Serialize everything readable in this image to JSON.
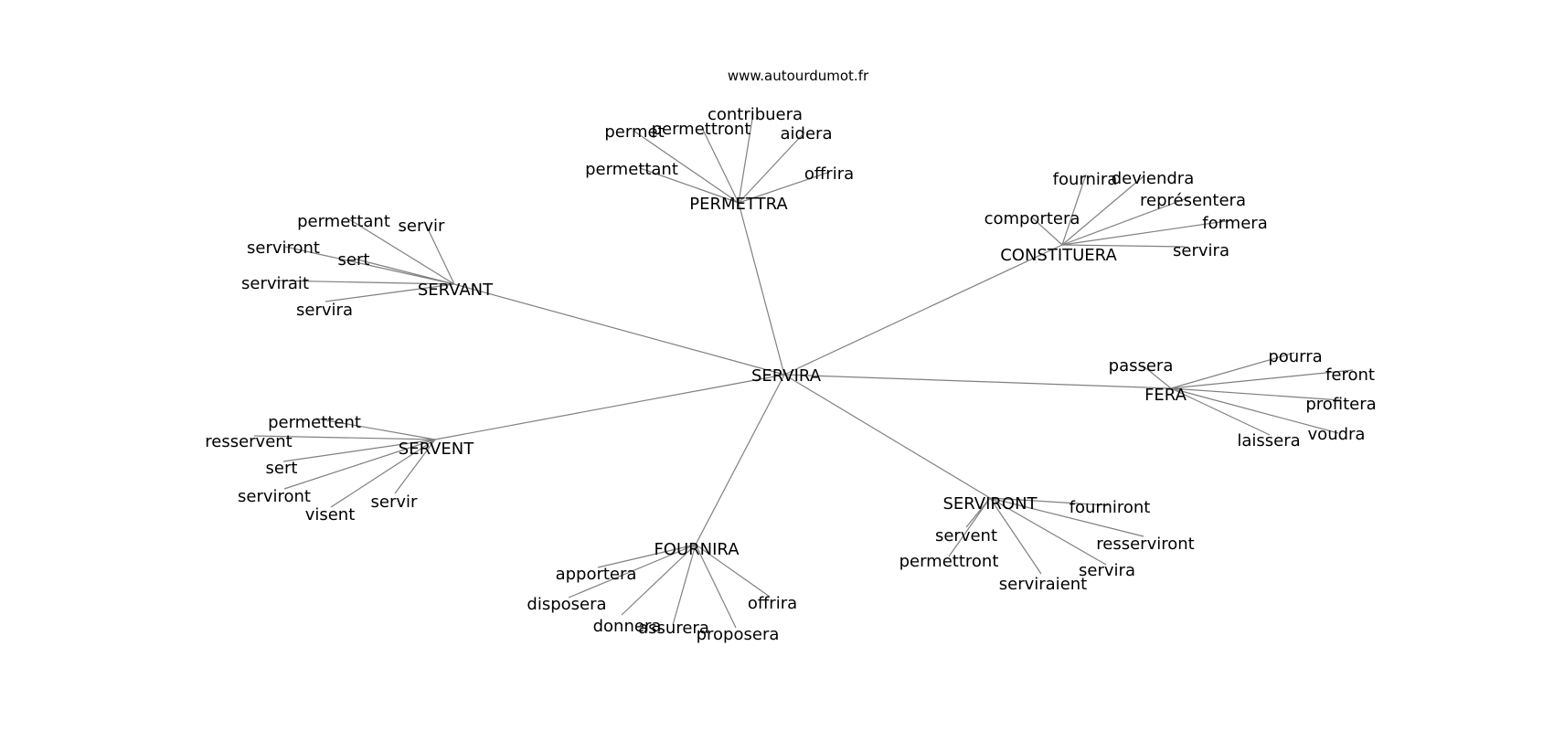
{
  "watermark": "www.autourdumot.fr",
  "center": "SERVIRA",
  "hubs": [
    {
      "id": "permettra",
      "label": "PERMETTRA",
      "words": [
        "permet",
        "permettront",
        "contribuera",
        "aidera",
        "permettant",
        "offrira"
      ]
    },
    {
      "id": "constituera",
      "label": "CONSTITUERA",
      "words": [
        "fournira",
        "deviendra",
        "représentera",
        "comportera",
        "formera",
        "servira"
      ]
    },
    {
      "id": "servant",
      "label": "SERVANT",
      "words": [
        "permettant",
        "servir",
        "serviront",
        "sert",
        "servirait",
        "servira"
      ]
    },
    {
      "id": "fera",
      "label": "FERA",
      "words": [
        "passera",
        "pourra",
        "feront",
        "profitera",
        "voudra",
        "laissera"
      ]
    },
    {
      "id": "servent",
      "label": "SERVENT",
      "words": [
        "permettent",
        "resservent",
        "sert",
        "serviront",
        "servir",
        "visent"
      ]
    },
    {
      "id": "serviront",
      "label": "SERVIRONT",
      "words": [
        "fourniront",
        "servent",
        "permettront",
        "resserviront",
        "servira",
        "serviraient"
      ]
    },
    {
      "id": "fournira",
      "label": "FOURNIRA",
      "words": [
        "apportera",
        "disposera",
        "offrira",
        "donnera",
        "assurera",
        "proposera"
      ]
    }
  ]
}
